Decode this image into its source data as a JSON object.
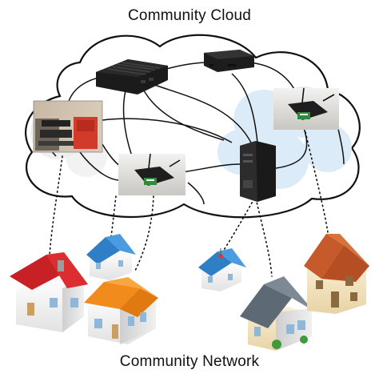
{
  "diagram": {
    "title": "Community Cloud",
    "footer": "Community Network",
    "colors": {
      "cloud_fill": "#ffffff",
      "cloud_stroke": "#111111",
      "cloud_shadow": "#e6e6e6",
      "cloud_blue": "#d7e8f7",
      "link": "#111111",
      "device_black": "#1b1b1b",
      "device_green": "#2e8b3a",
      "roof_red": "#d8262a",
      "roof_blue": "#2f7fc6",
      "roof_orange": "#f08b1c",
      "roof_gray": "#6b7783",
      "roof_brown": "#c65a2b"
    },
    "nodes": [
      {
        "id": "mini-pc-top-left",
        "icon": "fanless-mini-pc"
      },
      {
        "id": "mini-pc-top-right",
        "icon": "mini-pc"
      },
      {
        "id": "server-photo-left",
        "icon": "server-shelf-photo"
      },
      {
        "id": "router-photo-center",
        "icon": "router-green-photo"
      },
      {
        "id": "router-photo-right",
        "icon": "router-green-photo"
      },
      {
        "id": "tower-server",
        "icon": "tower-pc"
      }
    ],
    "houses": [
      {
        "id": "house-red",
        "roof": "red"
      },
      {
        "id": "house-blue-small",
        "roof": "blue"
      },
      {
        "id": "house-orange",
        "roof": "orange"
      },
      {
        "id": "house-blue-antenna",
        "roof": "blue"
      },
      {
        "id": "house-gray",
        "roof": "gray"
      },
      {
        "id": "house-brown",
        "roof": "brown"
      }
    ]
  }
}
